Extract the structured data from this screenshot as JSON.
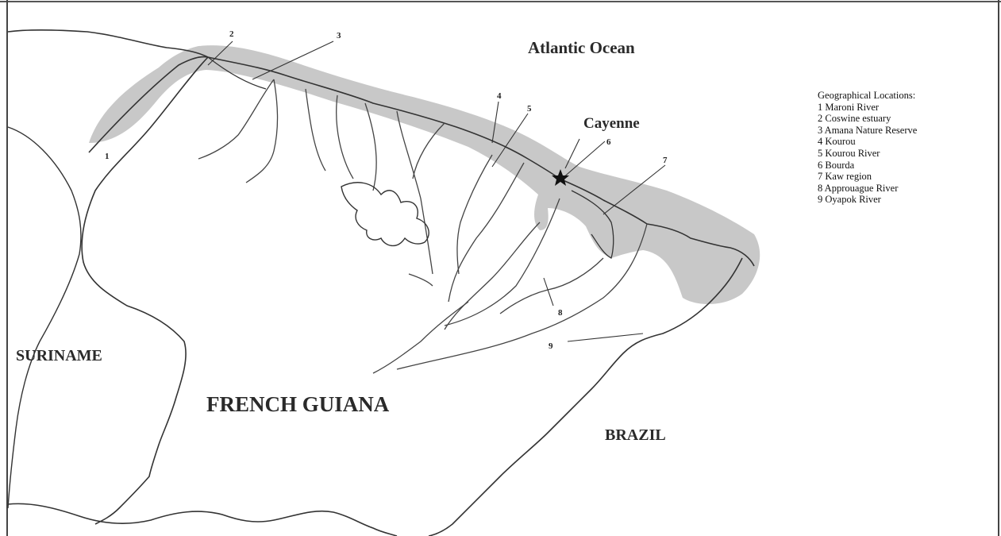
{
  "map": {
    "ocean_label": "Atlantic Ocean",
    "city_label": "Cayenne",
    "country_labels": [
      "SURINAME",
      "FRENCH GUIANA",
      "BRAZIL"
    ],
    "markers": [
      "1",
      "2",
      "3",
      "4",
      "5",
      "6",
      "7",
      "8",
      "9"
    ]
  },
  "legend": {
    "title": "Geographical Locations:",
    "items": [
      "1 Maroni River",
      "2 Coswine estuary",
      "3 Amana Nature Reserve",
      "4 Kourou",
      "5 Kourou River",
      "6 Bourda",
      "7 Kaw region",
      "8 Approuague River",
      "9 Oyapok River"
    ]
  },
  "colors": {
    "coast_band": "#c8c8c8",
    "line": "#333333",
    "background": "#ffffff"
  }
}
